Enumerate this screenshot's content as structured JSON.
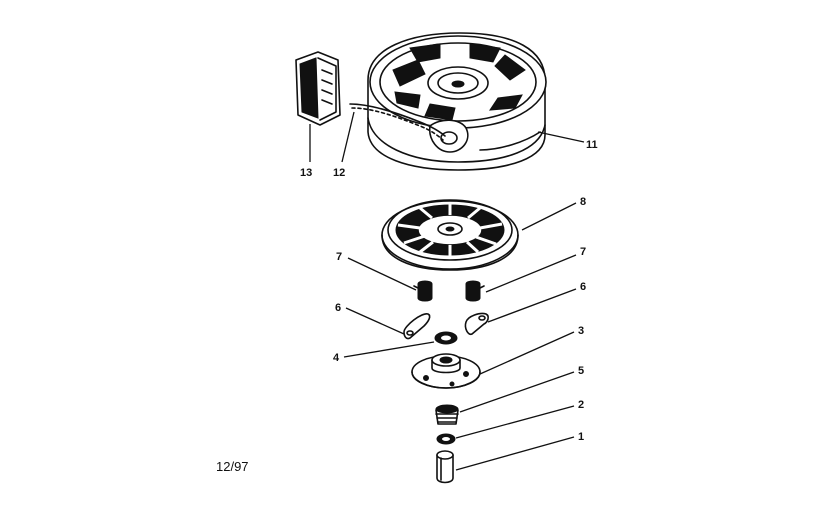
{
  "callouts": [
    {
      "id": "13",
      "label": "13"
    },
    {
      "id": "12",
      "label": "12"
    },
    {
      "id": "11",
      "label": "11"
    },
    {
      "id": "8",
      "label": "8"
    },
    {
      "id": "7-left",
      "label": "7"
    },
    {
      "id": "7-right",
      "label": "7"
    },
    {
      "id": "6-left",
      "label": "6"
    },
    {
      "id": "6-right",
      "label": "6"
    },
    {
      "id": "4",
      "label": "4"
    },
    {
      "id": "3",
      "label": "3"
    },
    {
      "id": "5",
      "label": "5"
    },
    {
      "id": "2",
      "label": "2"
    },
    {
      "id": "1",
      "label": "1"
    }
  ],
  "date_code": "12/97",
  "ink_color": "#111111"
}
